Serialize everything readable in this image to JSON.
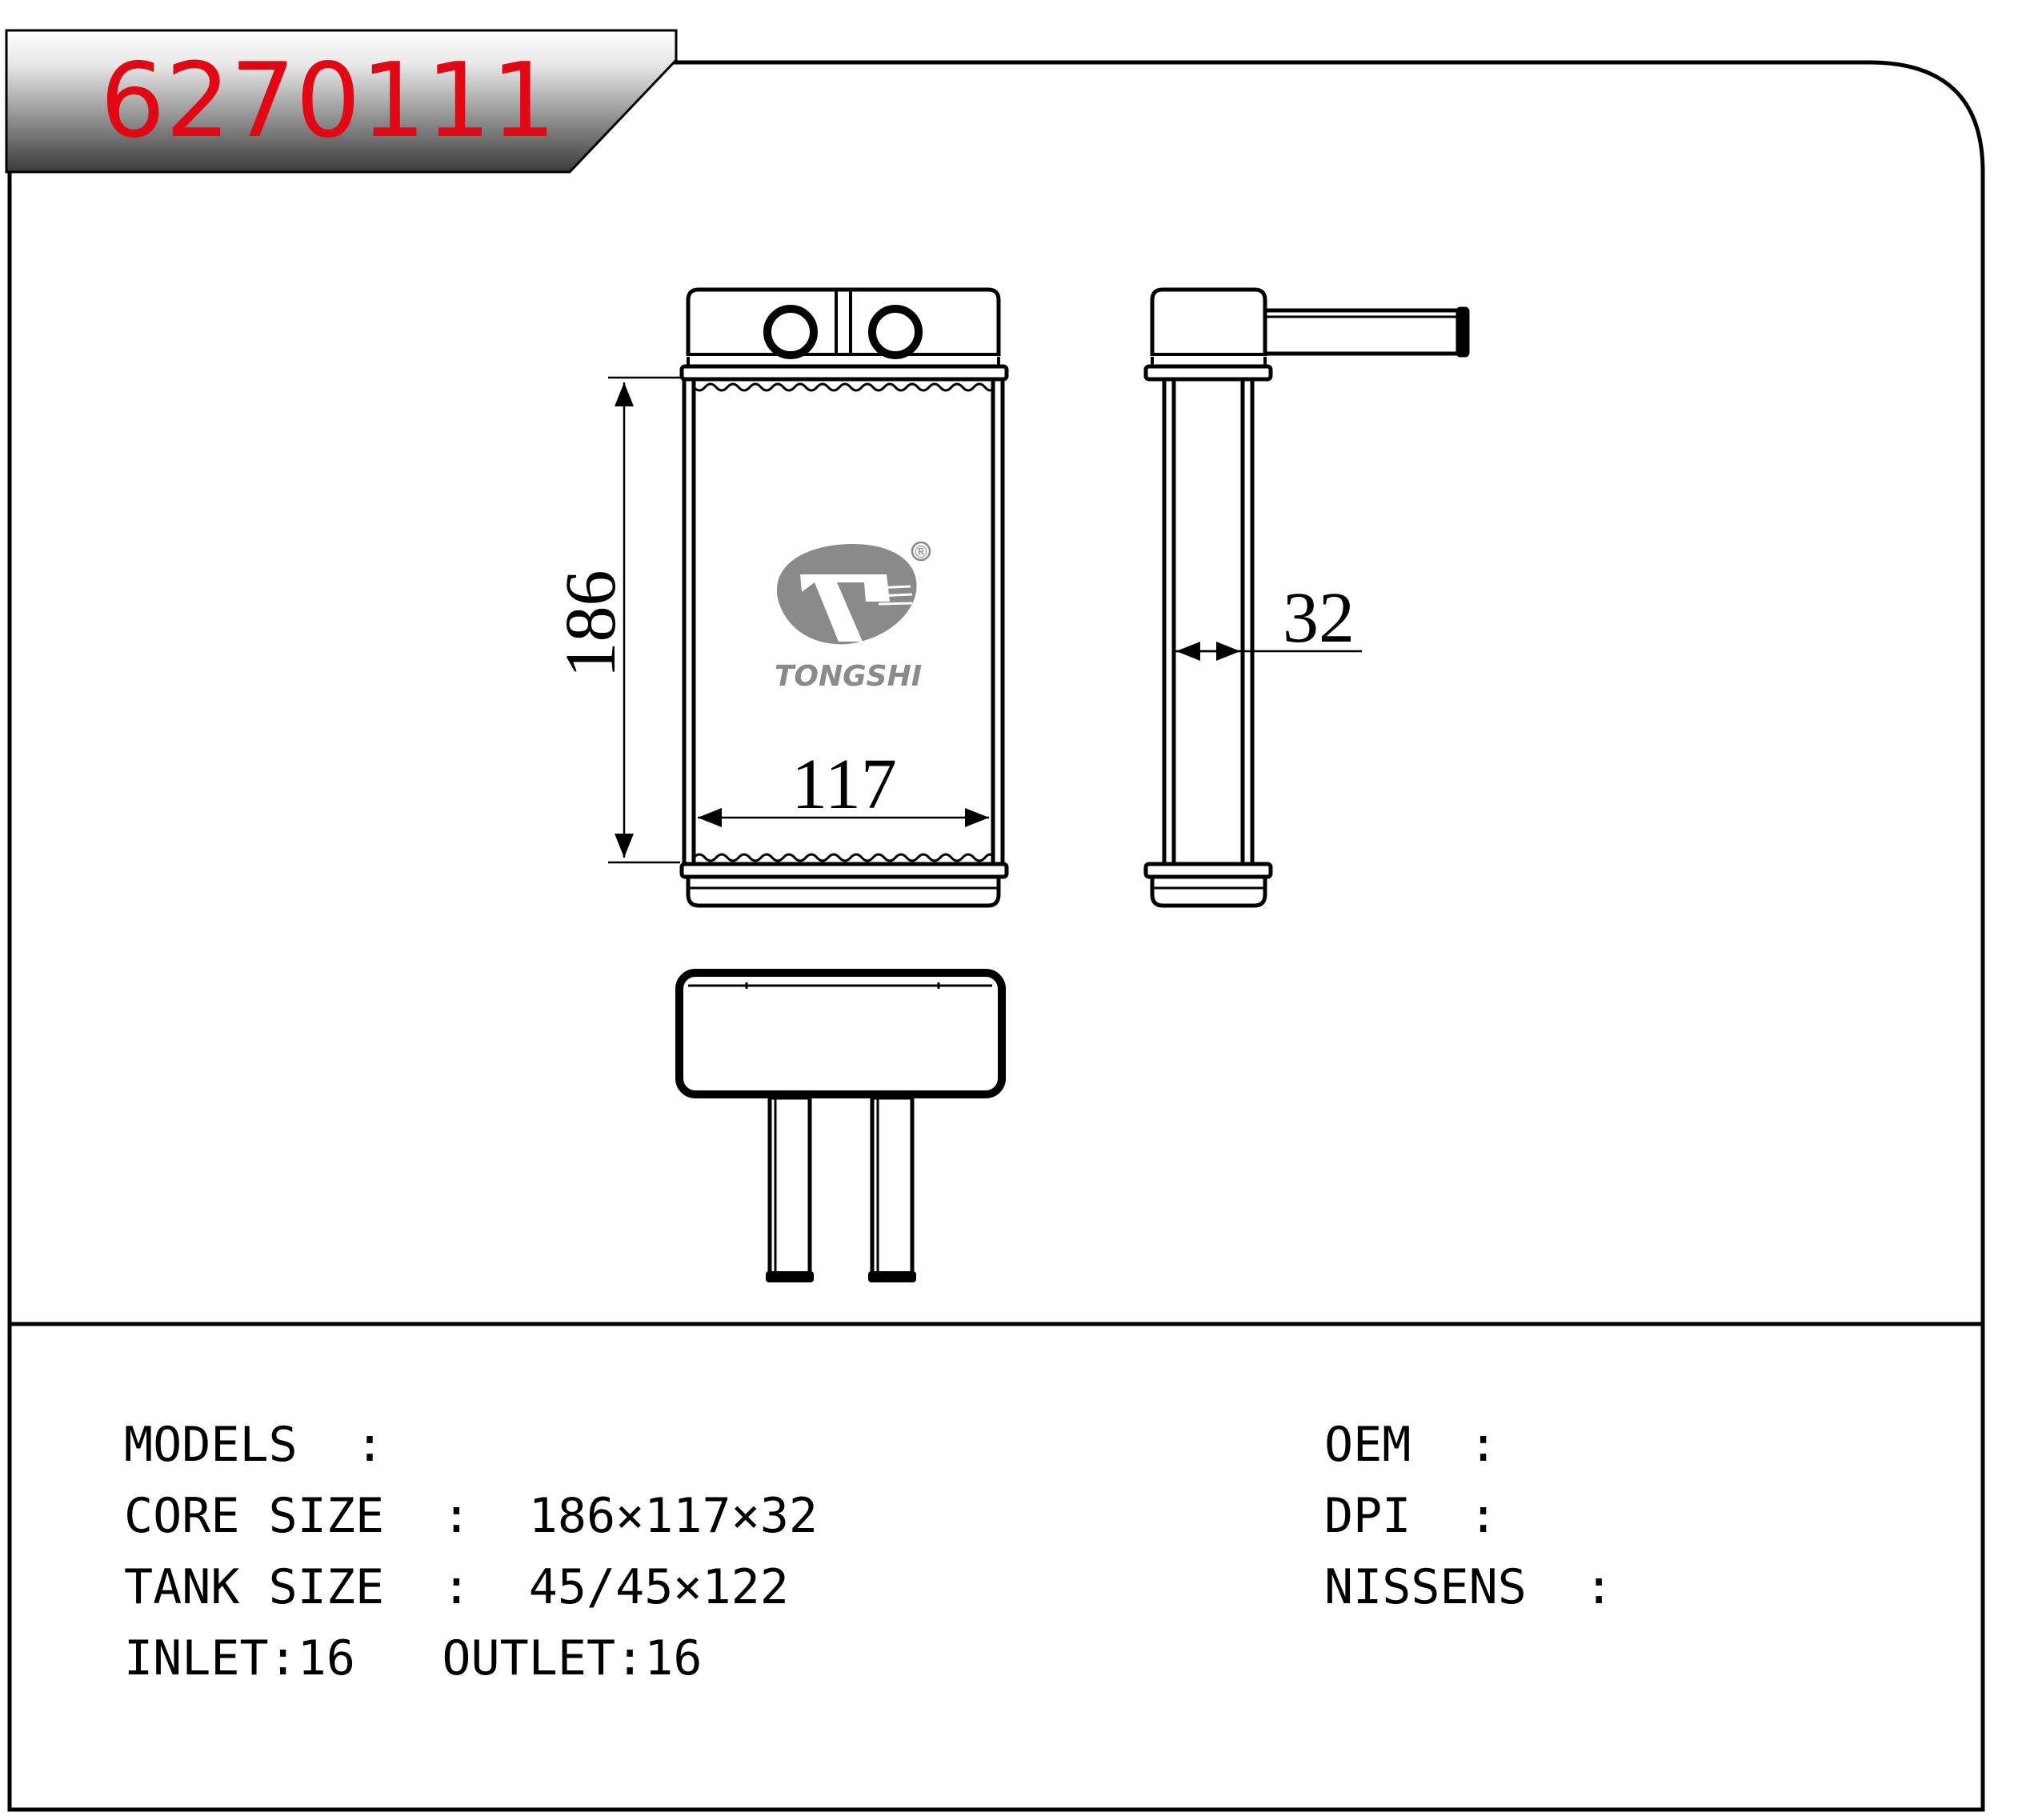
{
  "part_number": "6270111",
  "colors": {
    "part_number": "#e30613",
    "outline": "#000000",
    "logo": "#8a8a8a",
    "badge_gradient": [
      "#ffffff",
      "#3a3a3a"
    ]
  },
  "logo": {
    "brand": "TONGSHI",
    "registered_mark": "®"
  },
  "dimensions": {
    "height": "186",
    "width": "117",
    "depth": "32"
  },
  "specs_left": {
    "models": "MODELS  :",
    "core_size": "CORE SIZE  :  186×117×32",
    "tank_size": "TANK SIZE  :  45/45×122",
    "ports": "INLET:16   OUTLET:16"
  },
  "specs_right": {
    "oem": "OEM  :",
    "dpi": "DPI  :",
    "nissens": "NISSENS  :"
  }
}
